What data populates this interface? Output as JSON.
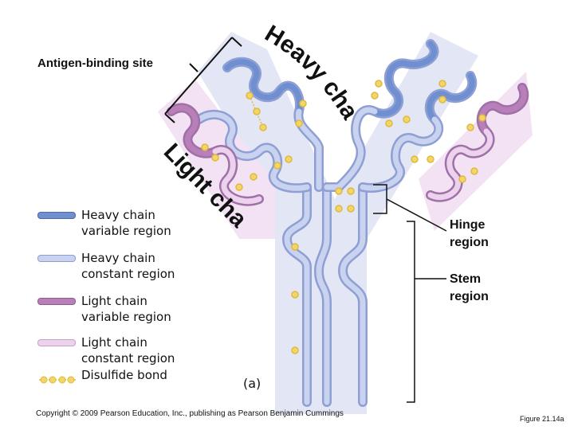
{
  "labels": {
    "antigen_binding_site": "Antigen-binding site",
    "heavy_chain": "Heavy chain",
    "light_chain": "Light chain",
    "hinge_region": "Hinge region",
    "stem_region": "Stem region",
    "panel": "(a)",
    "copyright": "Copyright © 2009 Pearson Education, Inc., publishing as Pearson Benjamin Cummings",
    "figure": "Figure 21.14a"
  },
  "legend": [
    {
      "label": "Heavy chain variable region",
      "color": "#6f8fd1"
    },
    {
      "label": "Heavy chain constant region",
      "color": "#c9d3f0"
    },
    {
      "label": "Light chain variable region",
      "color": "#b87fb8"
    },
    {
      "label": "Light chain constant region",
      "color": "#ecd2ec"
    },
    {
      "label": "Disulfide bond",
      "color": "#f2d667"
    }
  ],
  "colors": {
    "heavy_variable": "#6f8fd1",
    "heavy_constant": "#c9d3f0",
    "light_variable": "#b87fb8",
    "light_constant": "#ecd2ec",
    "disulfide": "#f2d667",
    "heavy_background": "#e3e6f5",
    "light_background": "#f3e2f3"
  }
}
